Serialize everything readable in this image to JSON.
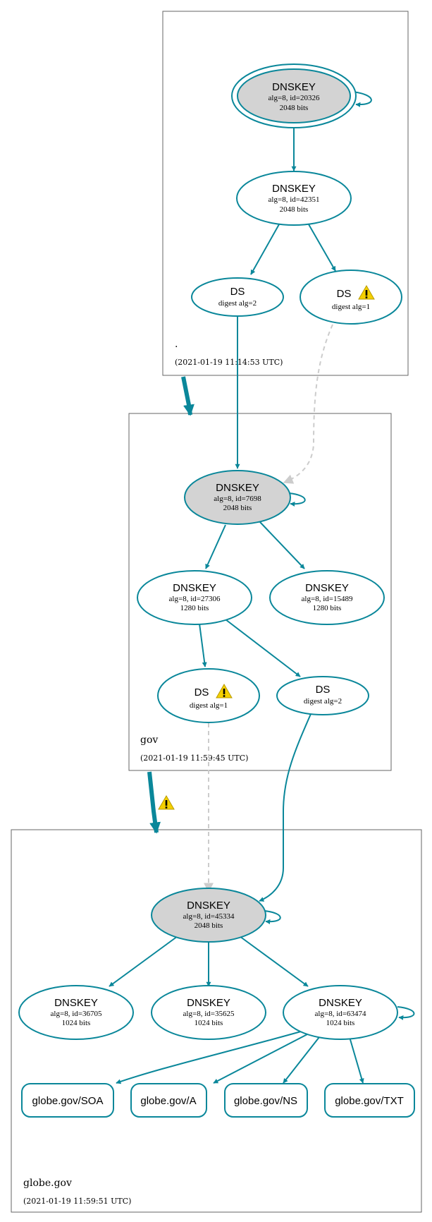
{
  "zones": {
    "root": {
      "name": ".",
      "timestamp": "(2021-01-19 11:14:53 UTC)"
    },
    "gov": {
      "name": "gov",
      "timestamp": "(2021-01-19 11:59:45 UTC)"
    },
    "globe": {
      "name": "globe.gov",
      "timestamp": "(2021-01-19 11:59:51 UTC)"
    }
  },
  "nodes": {
    "root_ksk": {
      "title": "DNSKEY",
      "line1": "alg=8, id=20326",
      "line2": "2048 bits"
    },
    "root_zsk": {
      "title": "DNSKEY",
      "line1": "alg=8, id=42351",
      "line2": "2048 bits"
    },
    "root_ds2": {
      "title": "DS",
      "line1": "digest alg=2"
    },
    "root_ds1": {
      "title": "DS",
      "line1": "digest alg=1"
    },
    "gov_ksk": {
      "title": "DNSKEY",
      "line1": "alg=8, id=7698",
      "line2": "2048 bits"
    },
    "gov_zsk1": {
      "title": "DNSKEY",
      "line1": "alg=8, id=27306",
      "line2": "1280 bits"
    },
    "gov_zsk2": {
      "title": "DNSKEY",
      "line1": "alg=8, id=15489",
      "line2": "1280 bits"
    },
    "gov_ds1": {
      "title": "DS",
      "line1": "digest alg=1"
    },
    "gov_ds2": {
      "title": "DS",
      "line1": "digest alg=2"
    },
    "globe_ksk": {
      "title": "DNSKEY",
      "line1": "alg=8, id=45334",
      "line2": "2048 bits"
    },
    "globe_k1": {
      "title": "DNSKEY",
      "line1": "alg=8, id=36705",
      "line2": "1024 bits"
    },
    "globe_k2": {
      "title": "DNSKEY",
      "line1": "alg=8, id=35625",
      "line2": "1024 bits"
    },
    "globe_k3": {
      "title": "DNSKEY",
      "line1": "alg=8, id=63474",
      "line2": "1024 bits"
    }
  },
  "rrsets": {
    "soa": "globe.gov/SOA",
    "a": "globe.gov/A",
    "ns": "globe.gov/NS",
    "txt": "globe.gov/TXT"
  },
  "colors": {
    "edge": "#0a879a",
    "insecure": "#cccccc",
    "key_fill": "#d3d3d3",
    "warning": "#f5d000"
  },
  "icons": {
    "warning": "warning-icon"
  }
}
